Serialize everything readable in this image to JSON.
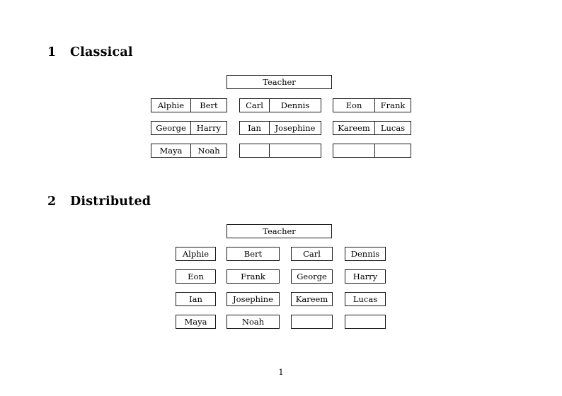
{
  "document": {
    "page_number": "1"
  },
  "sections": [
    {
      "number": "1",
      "title": "Classical",
      "teacher_label": "Teacher",
      "layout": "paired-cells",
      "groups": [
        {
          "rows": [
            {
              "left": "Alphie",
              "right": "Bert"
            },
            {
              "left": "George",
              "right": "Harry"
            },
            {
              "left": "Maya",
              "right": "Noah"
            }
          ]
        },
        {
          "rows": [
            {
              "left": "Carl",
              "right": "Dennis"
            },
            {
              "left": "Ian",
              "right": "Josephine"
            },
            {
              "left": "",
              "right": ""
            }
          ]
        },
        {
          "rows": [
            {
              "left": "Eon",
              "right": "Frank"
            },
            {
              "left": "Kareem",
              "right": "Lucas"
            },
            {
              "left": "",
              "right": ""
            }
          ]
        }
      ]
    },
    {
      "number": "2",
      "title": "Distributed",
      "teacher_label": "Teacher",
      "layout": "single-cells",
      "rows": [
        [
          "Alphie",
          "Bert",
          "Carl",
          "Dennis"
        ],
        [
          "Eon",
          "Frank",
          "George",
          "Harry"
        ],
        [
          "Ian",
          "Josephine",
          "Kareem",
          "Lucas"
        ],
        [
          "Maya",
          "Noah",
          "",
          ""
        ]
      ]
    }
  ],
  "colors": {
    "page_background": "#ffffff",
    "text": "#000000",
    "box_border": "#1a1a1a"
  }
}
